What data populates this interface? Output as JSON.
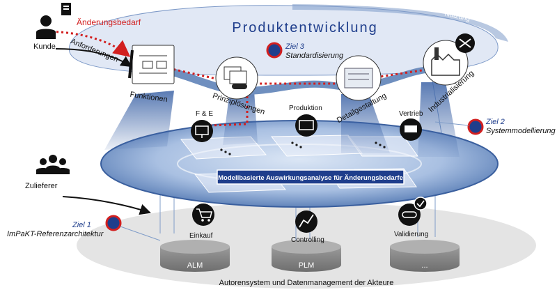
{
  "title": "Produktentwicklung",
  "nutzung": "Nutzung",
  "actors": {
    "kunde": "Kunde",
    "zulieferer": "Zulieferer"
  },
  "labels": {
    "aenderungsbedarf": "Änderungsbedarf",
    "anforderungen": "Anforderungen",
    "banner": "Modellbasierte Auswirkungsanalyse für Änderungsbedarfe",
    "bottom": "Autorensystem und Datenmanagement der Akteure"
  },
  "phases": [
    "Funktionen",
    "Prinziplösungen",
    "Detailgestaltung",
    "Industrialisierung"
  ],
  "roles": [
    "F & E",
    "Produktion",
    "Vertrieb",
    "Einkauf",
    "Controlling",
    "Validierung"
  ],
  "databases": [
    "ALM",
    "PLM",
    "..."
  ],
  "ziele": [
    {
      "name": "Ziel 1",
      "desc": "ImPaKT-Referenzarchitektur"
    },
    {
      "name": "Ziel 2",
      "desc": "Systemmodellierung"
    },
    {
      "name": "Ziel 3",
      "desc": "Standardisierung"
    }
  ],
  "colors": {
    "title": "#1f3e8c",
    "ring": "#6f8fbf",
    "banner": "#1f3e8c",
    "red": "#d21f1f",
    "ziel": "#1f3e8c"
  }
}
